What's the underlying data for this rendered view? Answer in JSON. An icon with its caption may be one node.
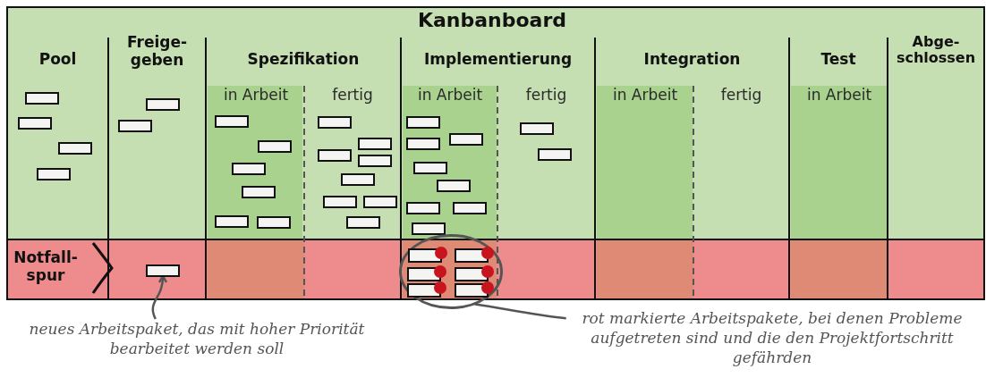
{
  "diagram": {
    "title": "Kanbanboard",
    "nodes": [
      {
        "text": [],
        "shape": "box"
      },
      {
        "text": [],
        "shape": "box"
      },
      {
        "text": [],
        "shape": "box"
      },
      {
        "text": [],
        "shape": "box"
      },
      {
        "text": [],
        "shape": "box"
      },
      {
        "text": [],
        "shape": "box"
      },
      {
        "text": [],
        "shape": "box"
      },
      {
        "text": [],
        "shape": "box"
      },
      {
        "text": [],
        "shape": "box"
      },
      {
        "text": [],
        "shape": "box"
      },
      {
        "text": [],
        "shape": "box"
      },
      {
        "text": [],
        "shape": "box"
      },
      {
        "text": [],
        "shape": "box"
      },
      {
        "text": [],
        "shape": "box"
      },
      {
        "text": [],
        "shape": "box"
      },
      {
        "text": [],
        "shape": "box"
      },
      {
        "text": [],
        "shape": "box"
      },
      {
        "text": [],
        "shape": "box"
      },
      {
        "text": [],
        "shape": "box"
      },
      {
        "text": [],
        "shape": "box"
      },
      {
        "text": [],
        "shape": "box"
      },
      {
        "text": [],
        "shape": "box"
      },
      {
        "text": [],
        "shape": "box"
      },
      {
        "text": [],
        "shape": "box"
      },
      {
        "text": [],
        "shape": "box"
      },
      {
        "text": [],
        "shape": "box"
      },
      {
        "text": [],
        "shape": "box"
      },
      {
        "text": [],
        "shape": "box"
      },
      {
        "text": [],
        "shape": "box"
      },
      {
        "text": [],
        "shape": "box"
      },
      {
        "text": [],
        "shape": "box"
      },
      {
        "text": [],
        "shape": "circle"
      },
      {
        "text": [],
        "shape": "box",
        "in": 31
      },
      {
        "text": [],
        "shape": "box",
        "in": 31
      },
      {
        "text": [],
        "shape": "box",
        "in": 31
      },
      {
        "text": [],
        "shape": "box",
        "in": 31
      },
      {
        "text": [],
        "shape": "box",
        "in": 31
      },
      {
        "text": [],
        "shape": "box",
        "in": 31
      },
      {
        "text": [
          "neues Arbeitspaket, das mit hoher Priorität bearbeitet werden soll"
        ]
      },
      {
        "text": [
          "rot markierte Arbeitspakete, bei denen Probleme aufgetreten sind und die den Projektfortschritt gefährden"
        ]
      }
    ],
    "edges": [
      {
        "from": 38,
        "to": 30,
        "arrow": "to"
      },
      {
        "from": 39,
        "to": 31,
        "arrow": "none"
      }
    ],
    "labels": [
      "Pool",
      "Freige- geben",
      "Spezifikation",
      "Implementierung",
      "Integration",
      "Test",
      "Abge- schlossen",
      "in Arbeit",
      "fertig",
      "in Arbeit",
      "fertig",
      "in Arbeit",
      "fertig",
      "in Arbeit",
      "Notfall- spur"
    ]
  }
}
